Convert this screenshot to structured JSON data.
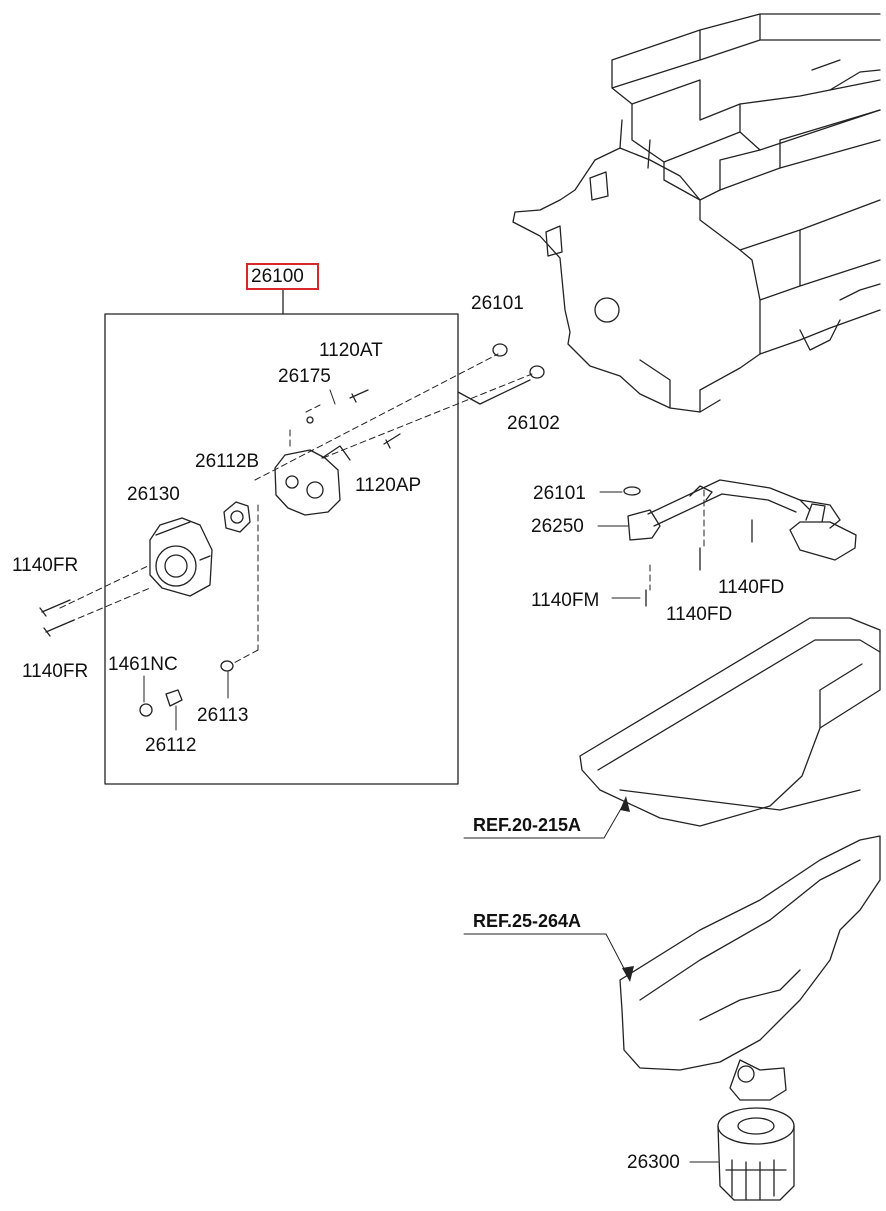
{
  "labels": {
    "assembly": "26100",
    "screen_a": "26101",
    "oring_a": "26102",
    "bolt_1120at": "1120AT",
    "pin_26175": "26175",
    "bolt_1120ap": "1120AP",
    "rotor_inner": "26112B",
    "pump_body": "26130",
    "bolt_fr_upper": "1140FR",
    "bolt_fr_lower": "1140FR",
    "seal_1461nc": "1461NC",
    "sleeve_26112": "26112",
    "oring_26113": "26113",
    "screen_b": "26101",
    "strainer": "26250",
    "bolt_1140fm": "1140FM",
    "bolt_fd_a": "1140FD",
    "bolt_fd_b": "1140FD",
    "filter": "26300"
  },
  "refs": {
    "oil_pan": "REF.20-215A",
    "block_ref": "REF.25-264A"
  },
  "colors": {
    "highlight": "#d9262b",
    "line": "#222222"
  }
}
